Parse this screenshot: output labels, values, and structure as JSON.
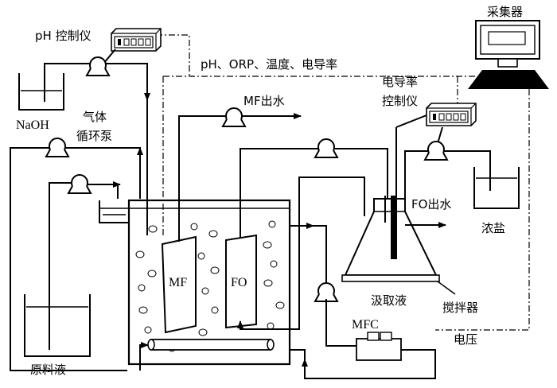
{
  "labels": {
    "ph_controller": "pH 控制仪",
    "collector": "采集器",
    "measurements": "pH、ORP、温度、电导率",
    "naoh": "NaOH",
    "gas_pump_line1": "气体",
    "gas_pump_line2": "循环泵",
    "mf_outlet": "MF出水",
    "conductivity_line1": "电导率",
    "conductivity_line2": "控制仪",
    "fo_outlet": "FO出水",
    "concentrate": "浓盐",
    "mf": "MF",
    "fo": "FO",
    "draw_solution": "汲取液",
    "stirrer": "搅拌器",
    "mfc": "MFC",
    "voltage": "电压",
    "feed_solution": "原料液"
  },
  "icons": {
    "pump": "pump-icon",
    "controller": "controller-icon",
    "computer": "computer-icon"
  }
}
